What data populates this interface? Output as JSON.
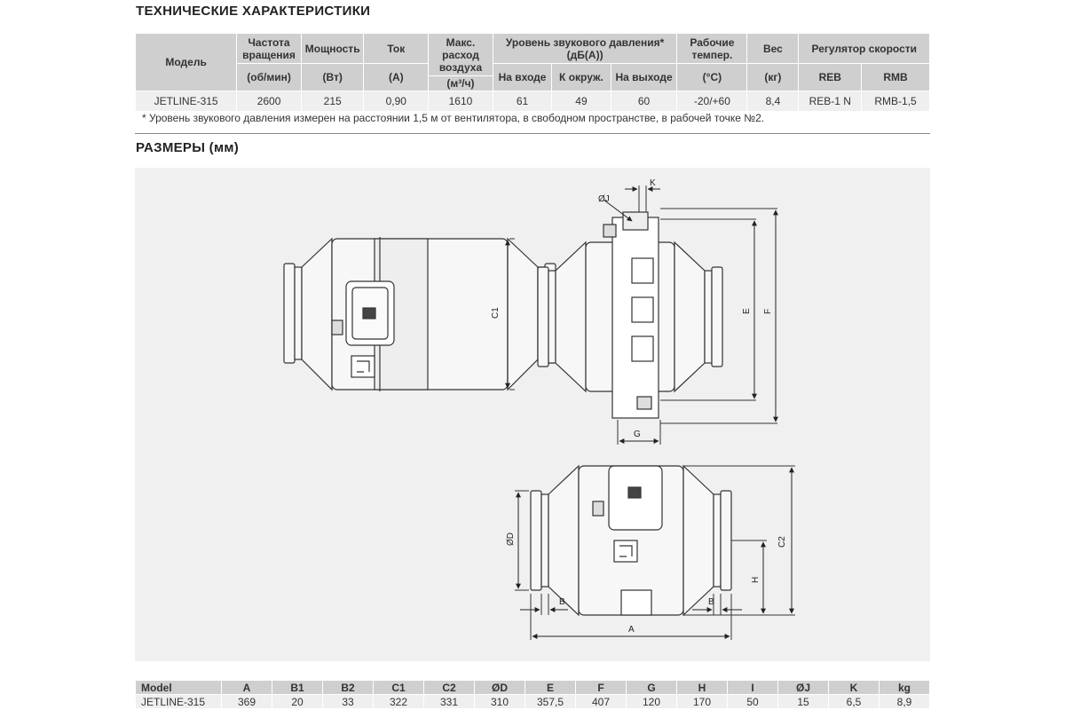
{
  "tech": {
    "title": "ТЕХНИЧЕСКИЕ ХАРАКТЕРИСТИКИ",
    "headers": {
      "model": "Модель",
      "speed": "Частота вращения",
      "speed_unit": "(об/мин)",
      "power": "Мощность",
      "power_unit": "(Вт)",
      "current": "Ток",
      "current_unit": "(A)",
      "airflow": "Макс. расход воздуха",
      "airflow_unit": "(м³/ч)",
      "sound": "Уровень звукового давления* (дБ(A))",
      "sound_in": "На входе",
      "sound_env": "К окруж.",
      "sound_out": "На выходе",
      "temp": "Рабочие темпер.",
      "temp_unit": "(°C)",
      "weight": "Вес",
      "weight_unit": "(кг)",
      "regulator": "Регулятор скорости",
      "reb": "REB",
      "rmb": "RMB"
    },
    "row": {
      "model": "JETLINE-315",
      "speed": "2600",
      "power": "215",
      "current": "0,90",
      "airflow": "1610",
      "sound_in": "61",
      "sound_env": "49",
      "sound_out": "60",
      "temp": "-20/+60",
      "weight": "8,4",
      "reb": "REB-1 N",
      "rmb": "RMB-1,5"
    },
    "note": "* Уровень звукового давления измерен на расстоянии 1,5 м от вентилятора, в свободном пространстве, в рабочей точке №2."
  },
  "dimensions": {
    "title": "РАЗМЕРЫ (мм)",
    "labels": {
      "C1": "C1",
      "E": "E",
      "F": "F",
      "G": "G",
      "K": "K",
      "J": "ØJ",
      "D": "ØD",
      "C2": "C2",
      "H": "H",
      "A": "A",
      "B1": "B",
      "B2": "B"
    },
    "table": {
      "headers": [
        "Model",
        "A",
        "B1",
        "B2",
        "C1",
        "C2",
        "ØD",
        "E",
        "F",
        "G",
        "H",
        "I",
        "ØJ",
        "K",
        "kg"
      ],
      "row": [
        "JETLINE-315",
        "369",
        "20",
        "33",
        "322",
        "331",
        "310",
        "357,5",
        "407",
        "120",
        "170",
        "50",
        "15",
        "6,5",
        "8,9"
      ]
    }
  },
  "colors": {
    "header_bg": "#cfcfcf",
    "row_bg": "#efefef",
    "drawing_bg": "#f0f0f0"
  }
}
